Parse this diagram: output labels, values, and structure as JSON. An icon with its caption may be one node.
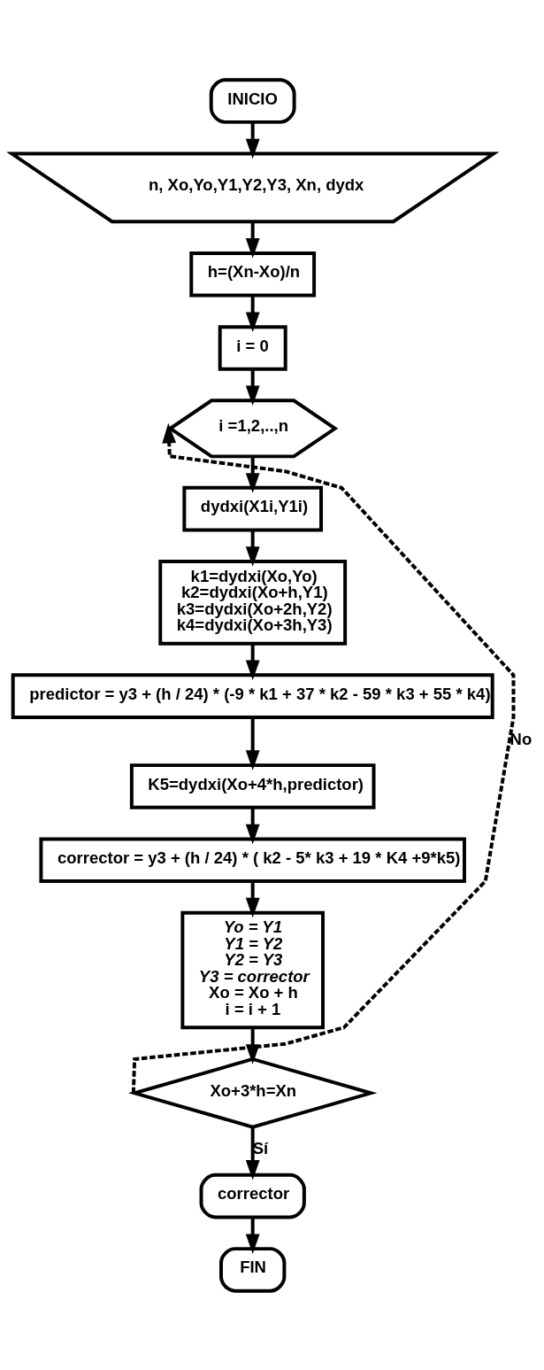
{
  "diagram": {
    "nodes": [
      {
        "text": [
          "INICIO"
        ]
      },
      {
        "text": [
          "n, Xo,Yo,Y1,Y2,Y3, Xn, dydx"
        ]
      },
      {
        "text": [
          "h=(Xn-Xo)/n"
        ]
      },
      {
        "text": [
          "i = 0"
        ]
      },
      {
        "text": [
          "i =1,2,..,n"
        ]
      },
      {
        "text": [
          "dydxi(X1i,Y1i)"
        ]
      },
      {
        "text": [
          "k1=dydxi(Xo,Yo)",
          "k2=dydxi(Xo+h,Y1)",
          "k3=dydxi(Xo+2h,Y2)",
          "k4=dydxi(Xo+3h,Y3)"
        ]
      },
      {
        "text": [
          "predictor = y3 + (h / 24) * (-9 * k1 + 37 * k2 - 59 * k3 + 55 * k4)"
        ]
      },
      {
        "text": [
          "K5=dydxi(Xo+4*h,predictor)"
        ]
      },
      {
        "text": [
          "corrector = y3 + (h / 24) * ( k2 - 5* k3 + 19 * K4 +9*k5)"
        ]
      },
      {
        "text": [
          "Yo = Y1",
          "Y1 = Y2",
          "Y2 = Y3",
          "Y3 = corrector",
          "Xo = Xo + h",
          "i = i + 1"
        ]
      },
      {
        "text": [
          "Xo+3*h=Xn"
        ]
      },
      {
        "text": [
          "corrector"
        ]
      },
      {
        "text": [
          "FIN"
        ]
      }
    ],
    "edges": [
      {
        "from": 0,
        "to": 1,
        "arrow": "to"
      },
      {
        "from": 1,
        "to": 2,
        "arrow": "to"
      },
      {
        "from": 2,
        "to": 3,
        "arrow": "to"
      },
      {
        "from": 3,
        "to": 4,
        "arrow": "to"
      },
      {
        "from": 4,
        "to": 5,
        "arrow": "to"
      },
      {
        "from": 5,
        "to": 6,
        "arrow": "to"
      },
      {
        "from": 6,
        "to": 7,
        "arrow": "to"
      },
      {
        "from": 7,
        "to": 8,
        "arrow": "to"
      },
      {
        "from": 8,
        "to": 9,
        "arrow": "to"
      },
      {
        "from": 9,
        "to": 10,
        "arrow": "to"
      },
      {
        "from": 10,
        "to": 11,
        "arrow": "to"
      },
      {
        "from": 11,
        "to": 4,
        "arrow": "to",
        "label": "No",
        "style": "dashed"
      },
      {
        "from": 11,
        "to": 12,
        "arrow": "to",
        "label": "Sí"
      },
      {
        "from": 12,
        "to": 13,
        "arrow": "to"
      }
    ]
  }
}
